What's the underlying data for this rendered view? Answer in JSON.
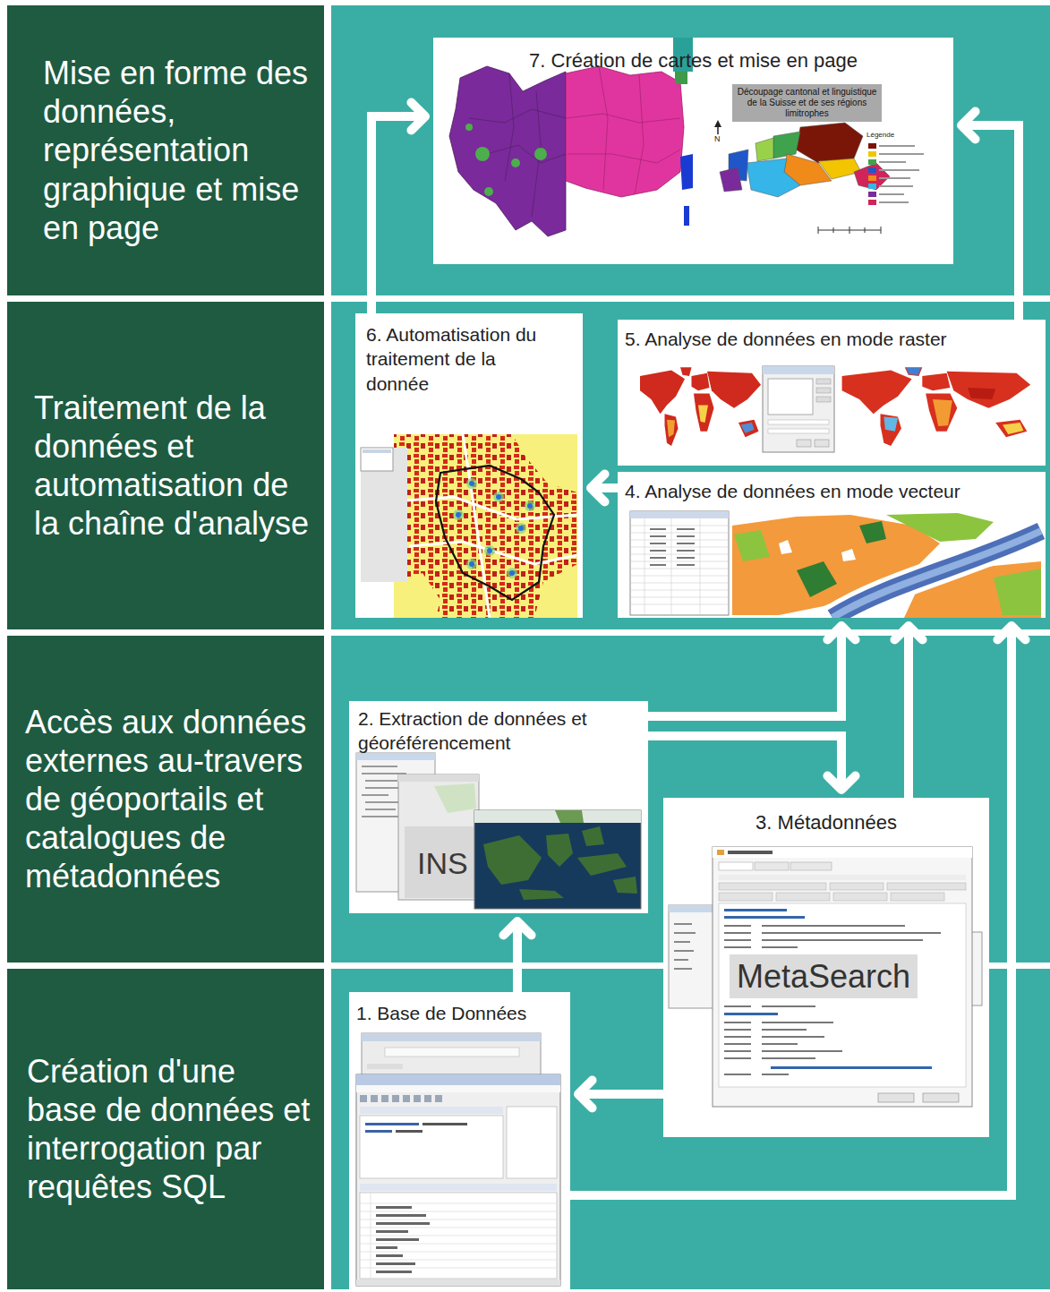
{
  "diagram": {
    "nodes": [
      {
        "text": [
          "Mise en forme des données, représentation graphique et mise en page"
        ]
      },
      {
        "text": [
          "7. Création de cartes et mise en page"
        ]
      },
      {
        "text": [
          "Traitement de la données et automatisation de la chaîne d'analyse"
        ]
      },
      {
        "text": [
          "6. Automatisation du traitement de la donnée"
        ]
      },
      {
        "text": [
          "5. Analyse de données en mode raster"
        ]
      },
      {
        "text": [
          "4. Analyse de données en mode vecteur"
        ]
      },
      {
        "text": [
          "Accès aux données externes au-travers de géoportails et catalogues de métadonnées"
        ]
      },
      {
        "text": [
          "2. Extraction de données et géoréférencement"
        ]
      },
      {
        "text": [
          "3. Métadonnées"
        ]
      },
      {
        "text": [
          "Création d'une base de données et interrogation par requêtes SQL"
        ]
      },
      {
        "text": [
          "1. Base de Données"
        ]
      }
    ],
    "edges": [
      {
        "from": 3,
        "to": 1,
        "arrow": "to"
      },
      {
        "from": 4,
        "to": 1,
        "arrow": "to"
      },
      {
        "from": 5,
        "to": 3,
        "arrow": "to"
      },
      {
        "from": 7,
        "to": 5,
        "arrow": "to"
      },
      {
        "from": 7,
        "to": 8,
        "arrow": "to"
      },
      {
        "from": 8,
        "to": 5,
        "arrow": "to"
      },
      {
        "from": 10,
        "to": 7,
        "arrow": "to"
      },
      {
        "from": 10,
        "to": 5,
        "arrow": "to"
      },
      {
        "from": 8,
        "to": 10,
        "arrow": "to"
      }
    ],
    "labels": [
      "Découpage cantonal et linguistique de la Suisse et de ses régions limitrophes",
      "N",
      "Légende",
      "INS",
      "MetaSearch"
    ]
  }
}
